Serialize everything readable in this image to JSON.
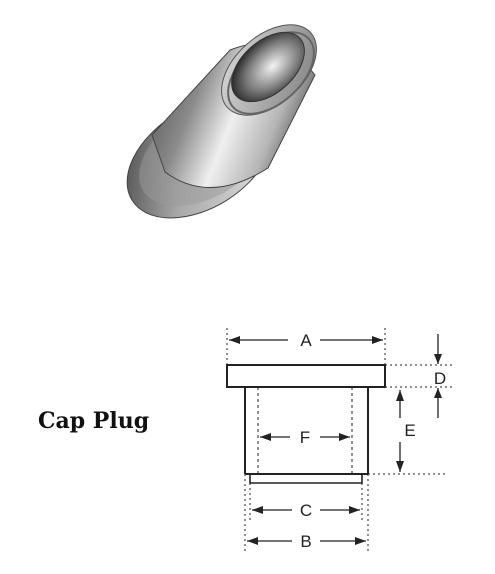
{
  "caption": "Cap Plug",
  "dimensions": {
    "A": "A",
    "B": "B",
    "C": "C",
    "D": "D",
    "E": "E",
    "F": "F"
  },
  "colors": {
    "line": "#222222",
    "photo_shade_dark": "#555555",
    "photo_shade_light": "#f2f2f2"
  }
}
